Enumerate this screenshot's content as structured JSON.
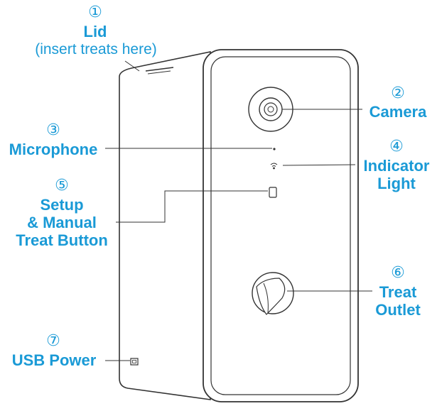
{
  "accent_color": "#1a9ad6",
  "line_color": "#333333",
  "callouts": [
    {
      "id": "lid",
      "number": "①",
      "label_lines": [
        "Lid"
      ],
      "note": "(insert treats here)"
    },
    {
      "id": "camera",
      "number": "②",
      "label_lines": [
        "Camera"
      ]
    },
    {
      "id": "microphone",
      "number": "③",
      "label_lines": [
        "Microphone"
      ]
    },
    {
      "id": "indicator-light",
      "number": "④",
      "label_lines": [
        "Indicator",
        "Light"
      ]
    },
    {
      "id": "setup-button",
      "number": "⑤",
      "label_lines": [
        "Setup",
        "& Manual",
        "Treat Button"
      ]
    },
    {
      "id": "treat-outlet",
      "number": "⑥",
      "label_lines": [
        "Treat",
        "Outlet"
      ]
    },
    {
      "id": "usb-power",
      "number": "⑦",
      "label_lines": [
        "USB Power"
      ]
    }
  ]
}
